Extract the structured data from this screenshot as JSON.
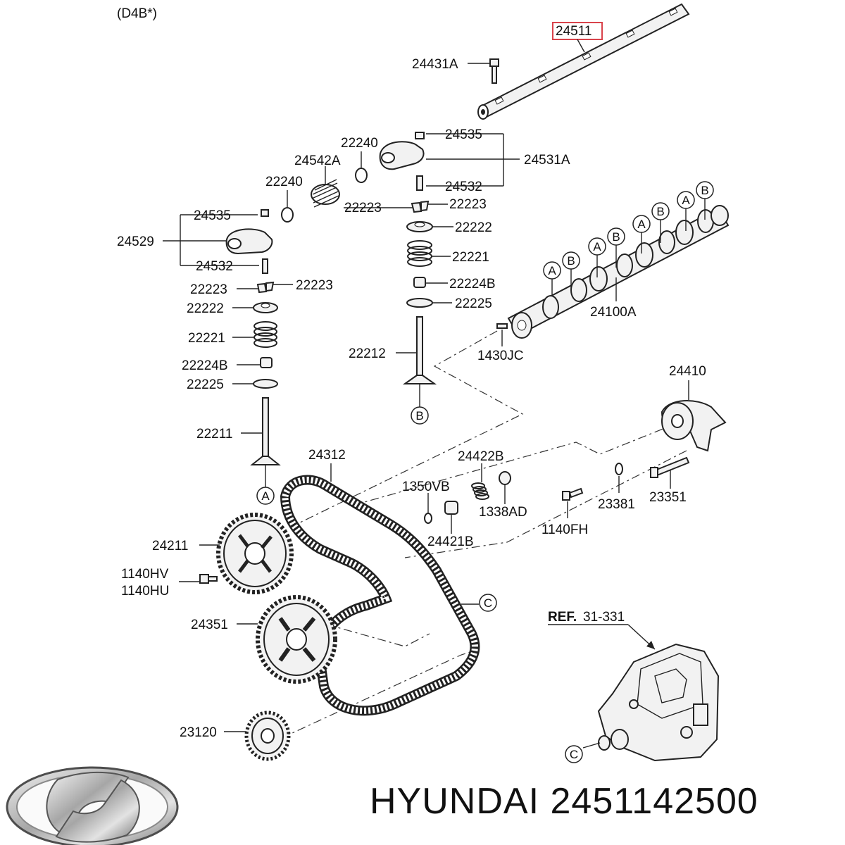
{
  "header": {
    "engine_code": "(D4B*)"
  },
  "callouts": {
    "rocker_shaft": "24511",
    "shaft_bolt": "24431A",
    "nut_upper": "24535",
    "rocker_arm_upper": "24531A",
    "adjust_screw_upper": "24532",
    "valve_seal_upper": "22240",
    "spring_upper_ring": "24542A",
    "valve_seal_left": "22240",
    "cotter_left_upper": "22223",
    "cotter_right_upper": "22223",
    "retainer_right": "22222",
    "spring_right": "22221",
    "seat_right": "22224B",
    "spring_seat_right": "22225",
    "valve_right": "22212",
    "nut_left": "24535",
    "rocker_arm_left": "24529",
    "adjust_screw_left": "24532",
    "cotter_left_a": "22223",
    "cotter_left_b": "22223",
    "retainer_left": "22222",
    "spring_left": "22221",
    "seat_left": "22224B",
    "spring_seat_left": "22225",
    "valve_left": "22211",
    "camshaft": "24100A",
    "cam_pin": "1430JC",
    "tensioner": "24410",
    "timing_belt": "24312",
    "tensioner_spring": "24422B",
    "washer_small": "1350VB",
    "tensioner_bush": "1338AD",
    "pivot_bush": "24421B",
    "bolt_fh": "1140FH",
    "washer_23381": "23381",
    "bolt_23351": "23351",
    "cam_sprocket": "24211",
    "bolt_hv": "1140HV",
    "bolt_hu": "1140HU",
    "pump_sprocket": "24351",
    "crank_sprocket": "23120",
    "ref_prefix": "REF.",
    "ref_value": "31-331"
  },
  "markers": {
    "a": "A",
    "b": "B",
    "c": "C"
  },
  "highlight_color": "#d9434b",
  "logo": {
    "name": "hyundai-logo"
  },
  "footer": {
    "brand_part": "HYUNDAI 2451142500"
  }
}
